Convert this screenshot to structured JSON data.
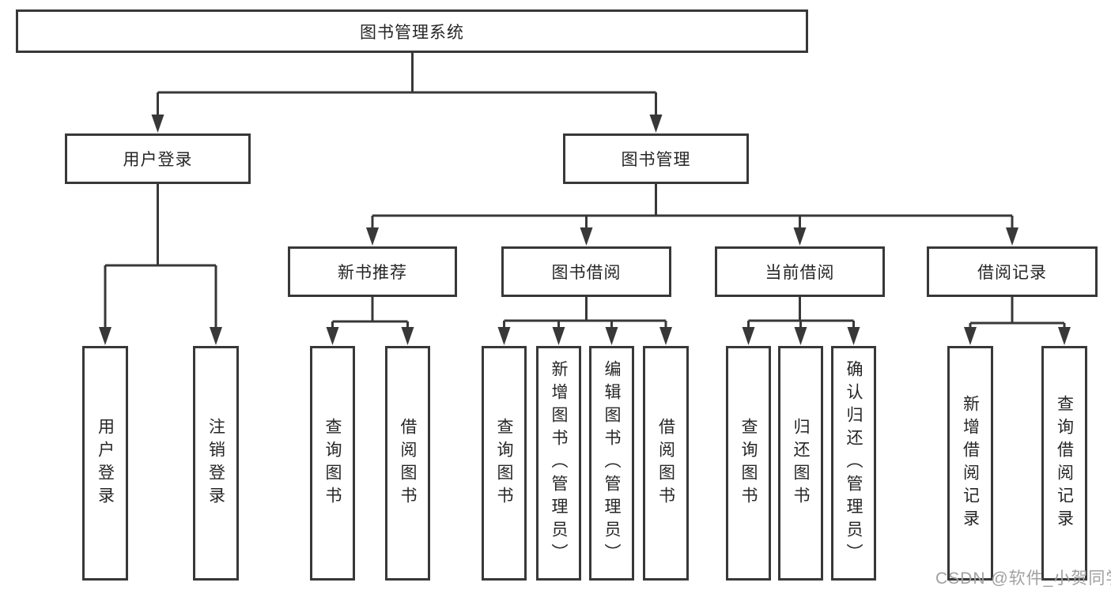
{
  "diagram_type": "hierarchy-tree",
  "watermark": "CSDN @软件_小贺同学",
  "colors": {
    "line": "#383838",
    "box_border": "#383838",
    "box_background": "#ffffff",
    "text": "#262626",
    "watermark": "#a0a0a0",
    "background": "#ffffff"
  },
  "tree": {
    "label": "图书管理系统",
    "children": [
      {
        "label": "用户登录",
        "children": [
          {
            "label": "用户登录"
          },
          {
            "label": "注销登录"
          }
        ]
      },
      {
        "label": "图书管理",
        "children": [
          {
            "label": "新书推荐",
            "children": [
              {
                "label": "查询图书"
              },
              {
                "label": "借阅图书"
              }
            ]
          },
          {
            "label": "图书借阅",
            "children": [
              {
                "label": "查询图书"
              },
              {
                "label": "新增图书（管理员）"
              },
              {
                "label": "编辑图书（管理员）"
              },
              {
                "label": "借阅图书"
              }
            ]
          },
          {
            "label": "当前借阅",
            "children": [
              {
                "label": "查询图书"
              },
              {
                "label": "归还图书"
              },
              {
                "label": "确认归还（管理员）"
              }
            ]
          },
          {
            "label": "借阅记录",
            "children": [
              {
                "label": "新增借阅记录"
              },
              {
                "label": "查询借阅记录"
              }
            ]
          }
        ]
      }
    ]
  }
}
